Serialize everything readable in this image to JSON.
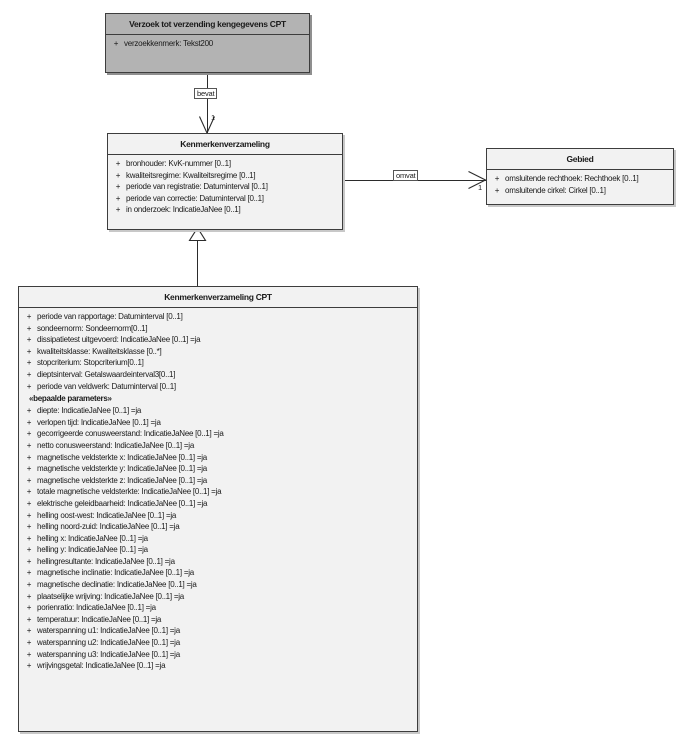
{
  "diagram": {
    "kind": "uml-class-diagram",
    "title": "",
    "classes": [
      {
        "id": "verzoek",
        "name": "Verzoek tot verzending kengegevens CPT",
        "shaded": true,
        "attributes": [
          {
            "visibility": "+",
            "text": "verzoekkenmerk: Tekst200"
          }
        ]
      },
      {
        "id": "kenmerkenverzameling",
        "name": "Kenmerkenverzameling",
        "shaded": false,
        "attributes": [
          {
            "visibility": "+",
            "text": "bronhouder: KvK-nummer [0..1]"
          },
          {
            "visibility": "+",
            "text": "kwaliteitsregime: Kwaliteitsregime [0..1]"
          },
          {
            "visibility": "+",
            "text": "periode van registratie: Datuminterval [0..1]"
          },
          {
            "visibility": "+",
            "text": "periode van correctie: Datuminterval [0..1]"
          },
          {
            "visibility": "+",
            "text": "in onderzoek: IndicatieJaNee [0..1]"
          }
        ]
      },
      {
        "id": "gebied",
        "name": "Gebied",
        "shaded": false,
        "attributes": [
          {
            "visibility": "+",
            "text": "omsluitende rechthoek: Rechthoek [0..1]"
          },
          {
            "visibility": "+",
            "text": "omsluitende cirkel: Cirkel [0..1]"
          }
        ]
      },
      {
        "id": "kenmerkenverzameling_cpt",
        "name": "Kenmerkenverzameling CPT",
        "shaded": false,
        "attributes": [
          {
            "visibility": "+",
            "text": "periode van rapportage: Datuminterval [0..1]"
          },
          {
            "visibility": "+",
            "text": "sondeernorm: Sondeernorm[0..1]"
          },
          {
            "visibility": "+",
            "text": "dissipatietest uitgevoerd: IndicatieJaNee [0..1] =ja"
          },
          {
            "visibility": "+",
            "text": "kwaliteitsklasse: Kwaliteitsklasse [0..*]"
          },
          {
            "visibility": "+",
            "text": "stopcriterium: Stopcriterium[0..1]"
          },
          {
            "visibility": "+",
            "text": "dieptsinterval: Getalswaardeinterval3[0..1]"
          },
          {
            "visibility": "+",
            "text": "periode van veldwerk: Datuminterval [0..1]"
          },
          {
            "visibility": "",
            "stereotype": "«bepaalde parameters»"
          },
          {
            "visibility": "+",
            "text": "diepte: IndicatieJaNee [0..1] =ja"
          },
          {
            "visibility": "+",
            "text": "verlopen tijd: IndicatieJaNee [0..1] =ja"
          },
          {
            "visibility": "+",
            "text": "gecorrigeerde conusweerstand: IndicatieJaNee [0..1] =ja"
          },
          {
            "visibility": "+",
            "text": "netto conusweerstand: IndicatieJaNee [0..1] =ja"
          },
          {
            "visibility": "+",
            "text": "magnetische veldsterkte x: IndicatieJaNee [0..1] =ja"
          },
          {
            "visibility": "+",
            "text": "magnetische veldsterkte y: IndicatieJaNee [0..1] =ja"
          },
          {
            "visibility": "+",
            "text": "magnetische veldsterkte z: IndicatieJaNee [0..1] =ja"
          },
          {
            "visibility": "+",
            "text": "totale magnetische veldsterkte: IndicatieJaNee [0..1] =ja"
          },
          {
            "visibility": "+",
            "text": "elektrische geleidbaarheid: IndicatieJaNee [0..1] =ja"
          },
          {
            "visibility": "+",
            "text": "helling oost-west: IndicatieJaNee [0..1] =ja"
          },
          {
            "visibility": "+",
            "text": "helling noord-zuid: IndicatieJaNee [0..1] =ja"
          },
          {
            "visibility": "+",
            "text": "helling x: IndicatieJaNee [0..1] =ja"
          },
          {
            "visibility": "+",
            "text": "helling y: IndicatieJaNee [0..1] =ja"
          },
          {
            "visibility": "+",
            "text": "hellingresultante: IndicatieJaNee [0..1] =ja"
          },
          {
            "visibility": "+",
            "text": "magnetische inclinatie: IndicatieJaNee [0..1] =ja"
          },
          {
            "visibility": "+",
            "text": "magnetische declinatie: IndicatieJaNee [0..1] =ja"
          },
          {
            "visibility": "+",
            "text": "plaatselijke wrijving: IndicatieJaNee [0..1] =ja"
          },
          {
            "visibility": "+",
            "text": "porienratio: IndicatieJaNee [0..1] =ja"
          },
          {
            "visibility": "+",
            "text": "temperatuur: IndicatieJaNee [0..1] =ja"
          },
          {
            "visibility": "+",
            "text": "waterspanning u1: IndicatieJaNee [0..1] =ja"
          },
          {
            "visibility": "+",
            "text": "waterspanning u2: IndicatieJaNee [0..1] =ja"
          },
          {
            "visibility": "+",
            "text": "waterspanning u3: IndicatieJaNee [0..1] =ja"
          },
          {
            "visibility": "+",
            "text": "wrijvingsgetal: IndicatieJaNee [0..1] =ja"
          }
        ]
      }
    ],
    "associations": [
      {
        "id": "bevat",
        "label": "bevat",
        "from": "verzoek",
        "to": "kenmerkenverzameling",
        "target_multiplicity": "1",
        "arrow": "open"
      },
      {
        "id": "omvat",
        "label": "omvat",
        "from": "kenmerkenverzameling",
        "to": "gebied",
        "target_multiplicity": "1",
        "arrow": "open"
      },
      {
        "id": "generalization",
        "label": "",
        "from": "kenmerkenverzameling_cpt",
        "to": "kenmerkenverzameling",
        "target_multiplicity": "",
        "arrow": "hollow-triangle"
      }
    ],
    "colors": {
      "shaded_fill": "#b3b3b3",
      "plain_fill": "#f2f2f2",
      "border": "#3d3d3d",
      "line": "#2b2b2b",
      "shadow": "#c8c8c8"
    }
  }
}
